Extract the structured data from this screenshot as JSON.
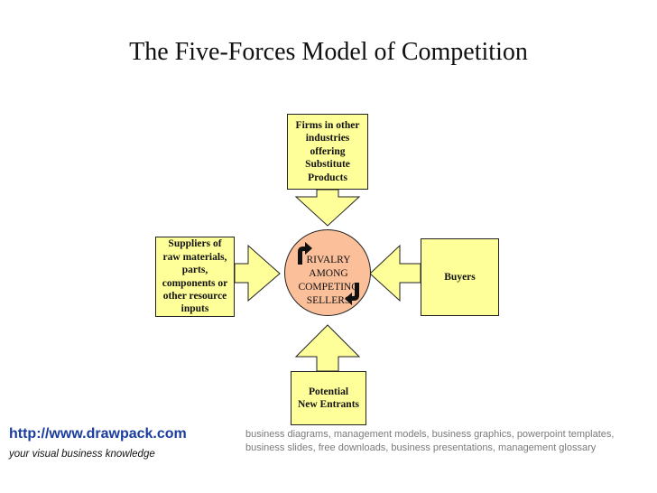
{
  "title": "The Five-Forces Model of Competition",
  "nodes": {
    "substitutes": "Firms in other\nindustries\noffering\nSubstitute\nProducts",
    "suppliers": "Suppliers of\nraw materials,\nparts,\ncomponents or\nother resource\ninputs",
    "center": "RIVALRY\nAMONG\nCOMPETING\nSELLERS",
    "buyers": "Buyers",
    "entrants": "Potential\nNew Entrants"
  },
  "colors": {
    "box_fill": "#ffff99",
    "circle_fill": "#fbbf9a",
    "link": "#1a3c9e"
  },
  "footer": {
    "link": "http://www.drawpack.com",
    "tagline": "your visual business knowledge",
    "keywords": "business diagrams, management models, business graphics, powerpoint templates, business slides, free downloads, business presentations, management glossary"
  }
}
